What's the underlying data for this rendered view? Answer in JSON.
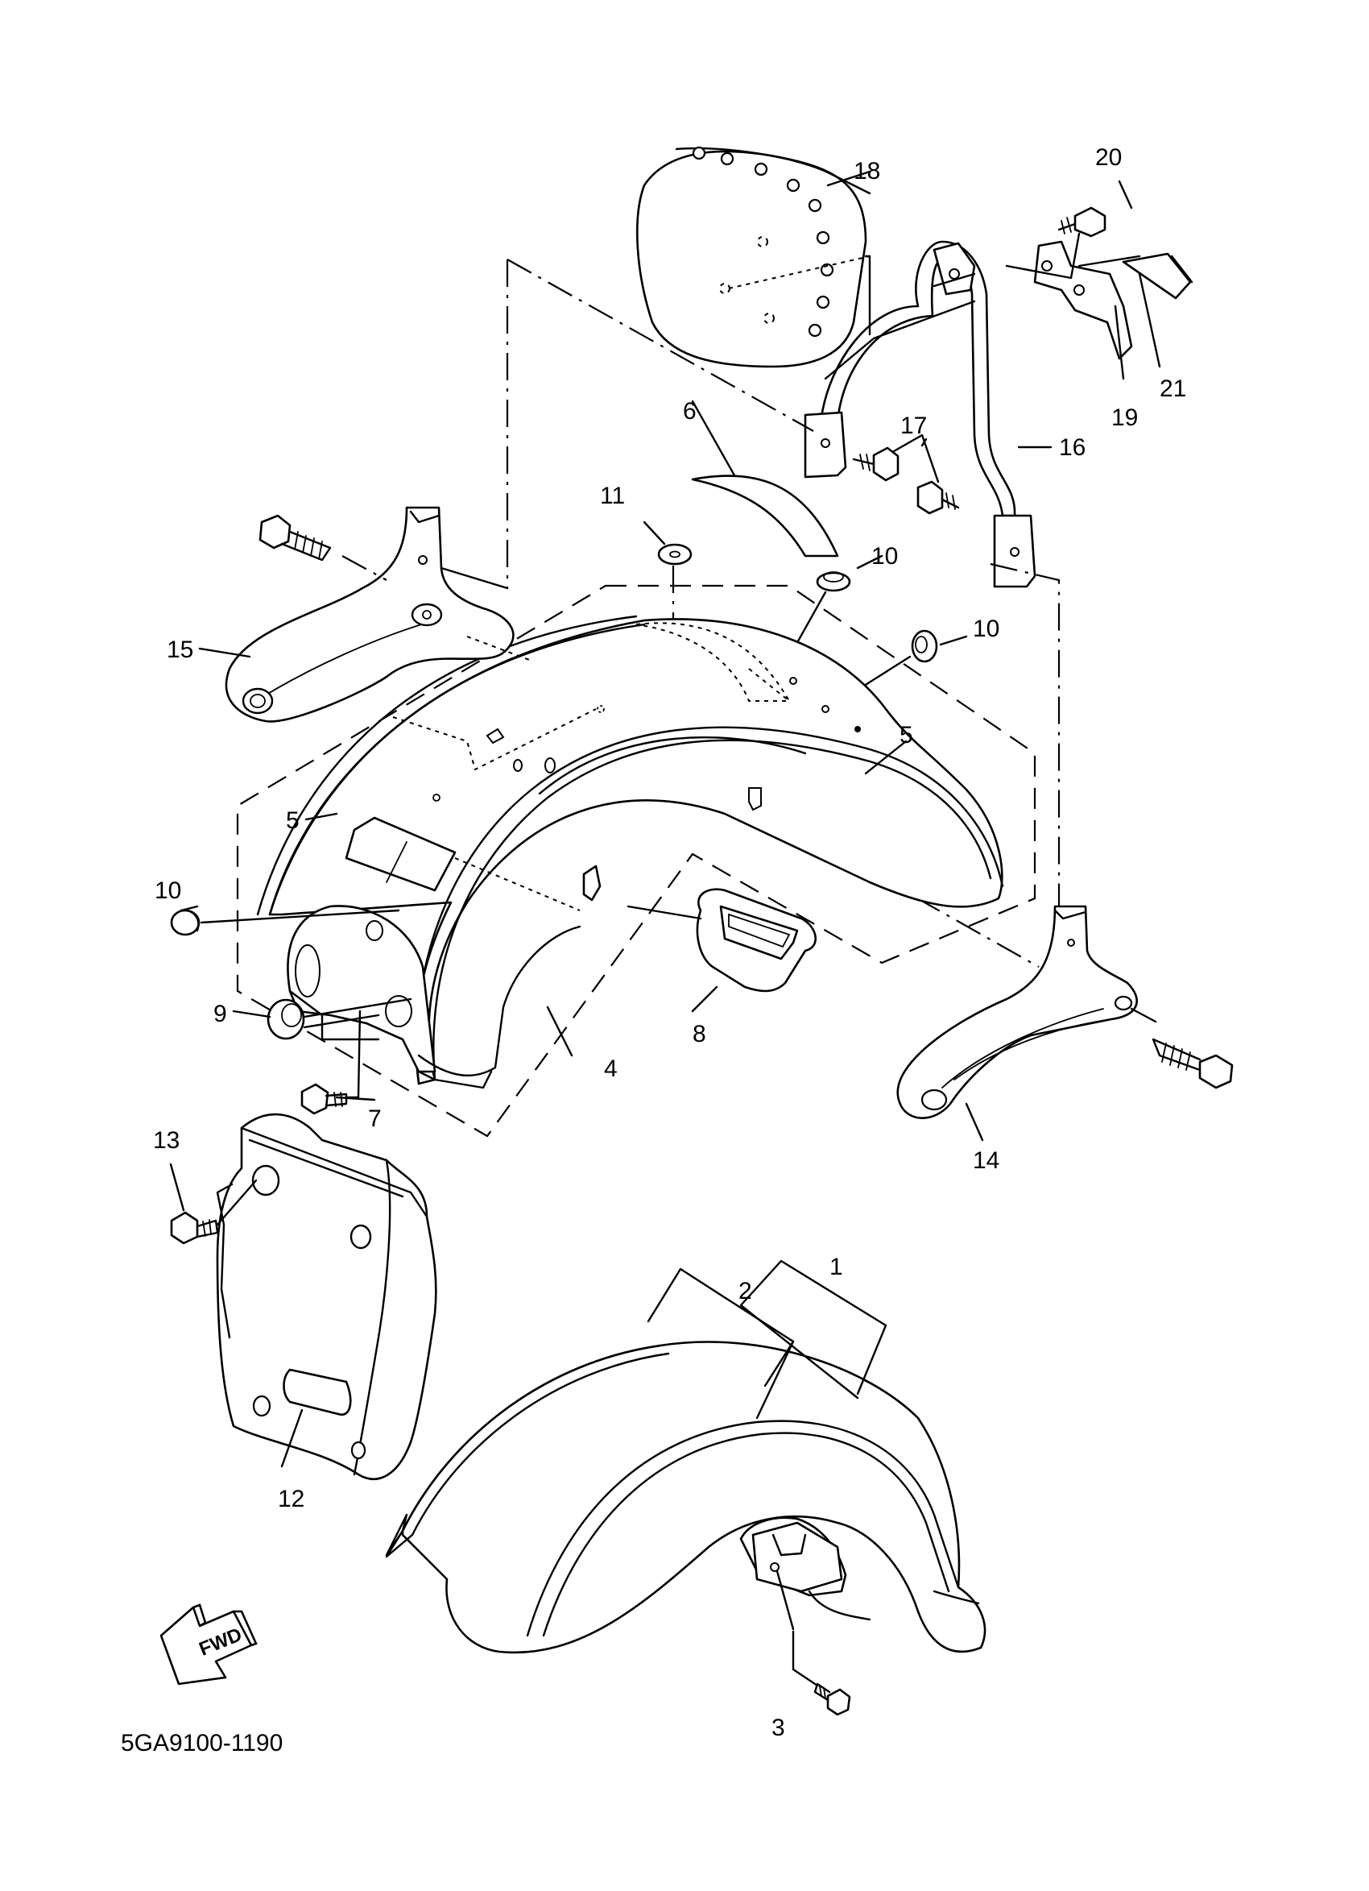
{
  "callouts": [
    {
      "id": "1",
      "label": "1"
    },
    {
      "id": "2",
      "label": "2"
    },
    {
      "id": "3",
      "label": "3"
    },
    {
      "id": "4",
      "label": "4"
    },
    {
      "id": "5a",
      "label": "5"
    },
    {
      "id": "5b",
      "label": "5"
    },
    {
      "id": "6",
      "label": "6"
    },
    {
      "id": "7",
      "label": "7"
    },
    {
      "id": "8",
      "label": "8"
    },
    {
      "id": "9",
      "label": "9"
    },
    {
      "id": "10a",
      "label": "10"
    },
    {
      "id": "10b",
      "label": "10"
    },
    {
      "id": "10c",
      "label": "10"
    },
    {
      "id": "11",
      "label": "11"
    },
    {
      "id": "12",
      "label": "12"
    },
    {
      "id": "13",
      "label": "13"
    },
    {
      "id": "14",
      "label": "14"
    },
    {
      "id": "15",
      "label": "15"
    },
    {
      "id": "16",
      "label": "16"
    },
    {
      "id": "17",
      "label": "17"
    },
    {
      "id": "18",
      "label": "18"
    },
    {
      "id": "19",
      "label": "19"
    },
    {
      "id": "20",
      "label": "20"
    },
    {
      "id": "21",
      "label": "21"
    }
  ],
  "fwd_label": "FWD",
  "diagram_code": "5GA9100-1190"
}
